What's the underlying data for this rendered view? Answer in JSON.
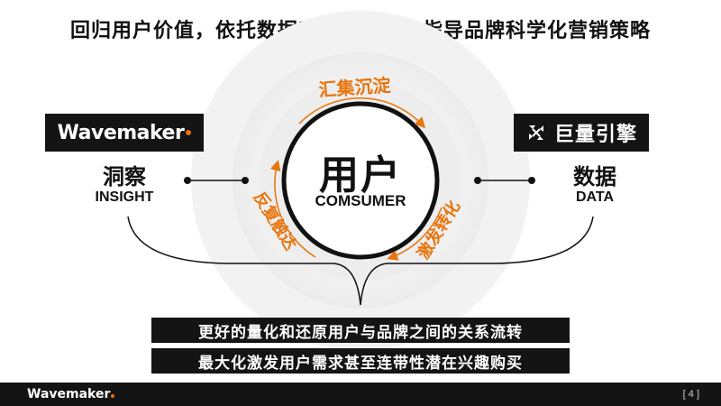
{
  "title": "回归用户价值，依托数据和洞察，正确指导品牌科学化营销策略",
  "left_logo": {
    "brand": "Wavemaker",
    "dot_color": "#e8740c"
  },
  "right_logo": {
    "brand": "巨量引擎",
    "icon": "ocean-engine-icon"
  },
  "left_node": {
    "cn": "洞察",
    "en": "INSIGHT"
  },
  "right_node": {
    "cn": "数据",
    "en": "DATA"
  },
  "center": {
    "cn": "用户",
    "en": "COMSUMER"
  },
  "arcs": {
    "top": "汇集沉淀",
    "right": "激发转化",
    "left": "反复触达",
    "color": "#e8740c"
  },
  "banners": [
    "更好的量化和还原用户与品牌之间的关系流转",
    "最大化激发用户需求甚至连带性潜在兴趣购买"
  ],
  "footer": {
    "brand": "Wavemaker",
    "page": "[ 4 ]"
  },
  "colors": {
    "accent": "#e8740c",
    "dark": "#141414"
  }
}
